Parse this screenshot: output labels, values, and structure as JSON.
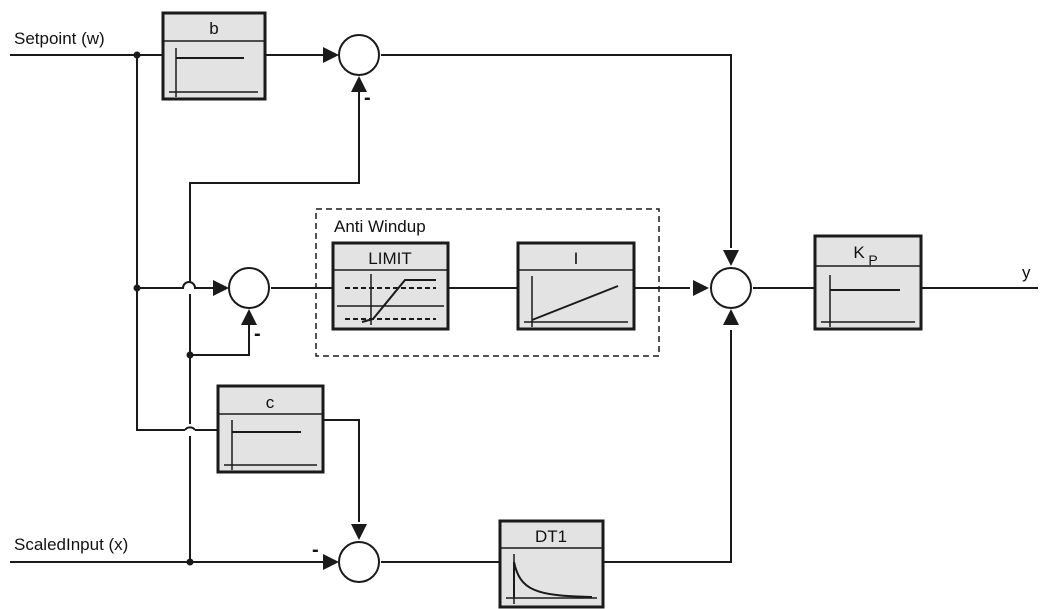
{
  "inputs": {
    "setpoint_label": "Setpoint (w)",
    "scaled_input_label": "ScaledInput (x)",
    "output_label": "y"
  },
  "blocks": {
    "b": {
      "title": "b"
    },
    "c": {
      "title": "c"
    },
    "limit": {
      "title": "LIMIT"
    },
    "integrator": {
      "title": "I"
    },
    "kp": {
      "title_main": "K",
      "title_sub": "P"
    },
    "dt1": {
      "title": "DT1"
    }
  },
  "group": {
    "title": "Anti Windup"
  },
  "signs": {
    "top_sum": "-",
    "mid_sum": "-",
    "bottom_sum": "-"
  },
  "colors": {
    "block_fill": "#e3e3e3",
    "stroke": "#1a1a1a"
  }
}
